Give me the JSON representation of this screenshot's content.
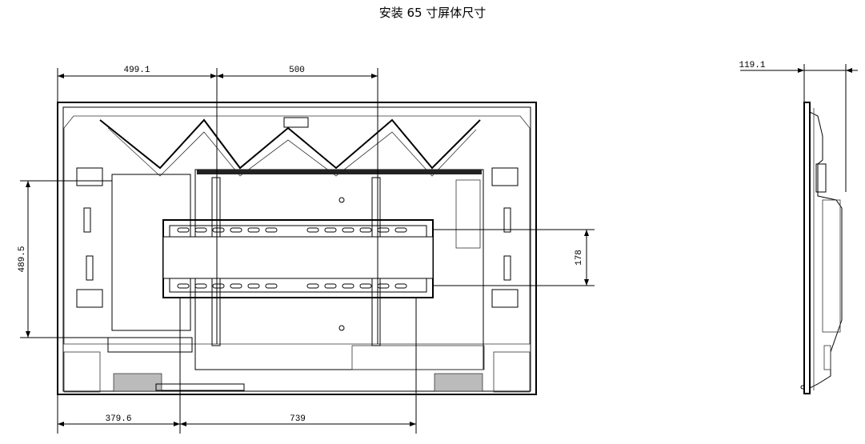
{
  "title": "安装 65 寸屏体尺寸",
  "dimensions": {
    "top_left_width": "499.1",
    "top_vesa_width": "500",
    "left_height": "489.5",
    "right_bracket_height": "178",
    "bottom_left_width": "379.6",
    "bottom_width": "739",
    "side_depth": "119.1"
  }
}
